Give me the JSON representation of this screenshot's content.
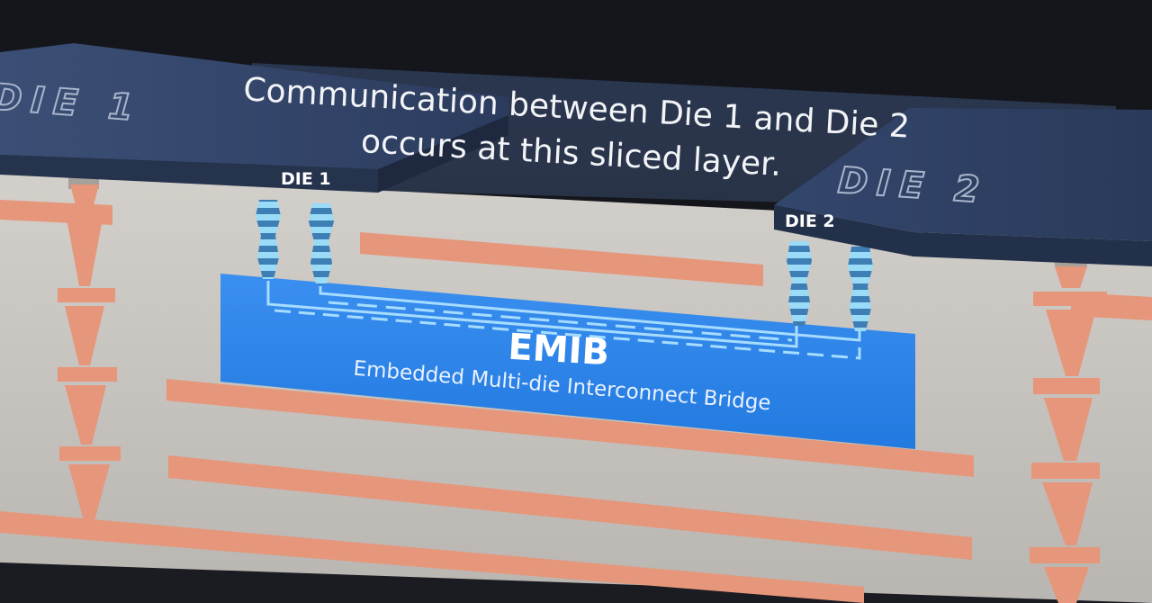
{
  "caption": {
    "line1": "Communication between Die 1 and Die 2",
    "line2": "occurs at this sliced layer."
  },
  "die1": {
    "surface_mark": "DIE 1",
    "label": "DIE 1"
  },
  "die2": {
    "surface_mark": "DIE 2",
    "label": "DIE 2"
  },
  "emib": {
    "title": "EMIB",
    "subtitle": "Embedded Multi-die Interconnect Bridge"
  },
  "colors": {
    "substrate": "#c9c5c0",
    "trace": "#e6967a",
    "bridge": "#2d84e6",
    "die": "#34476b",
    "bump": "#8ed6f7"
  }
}
